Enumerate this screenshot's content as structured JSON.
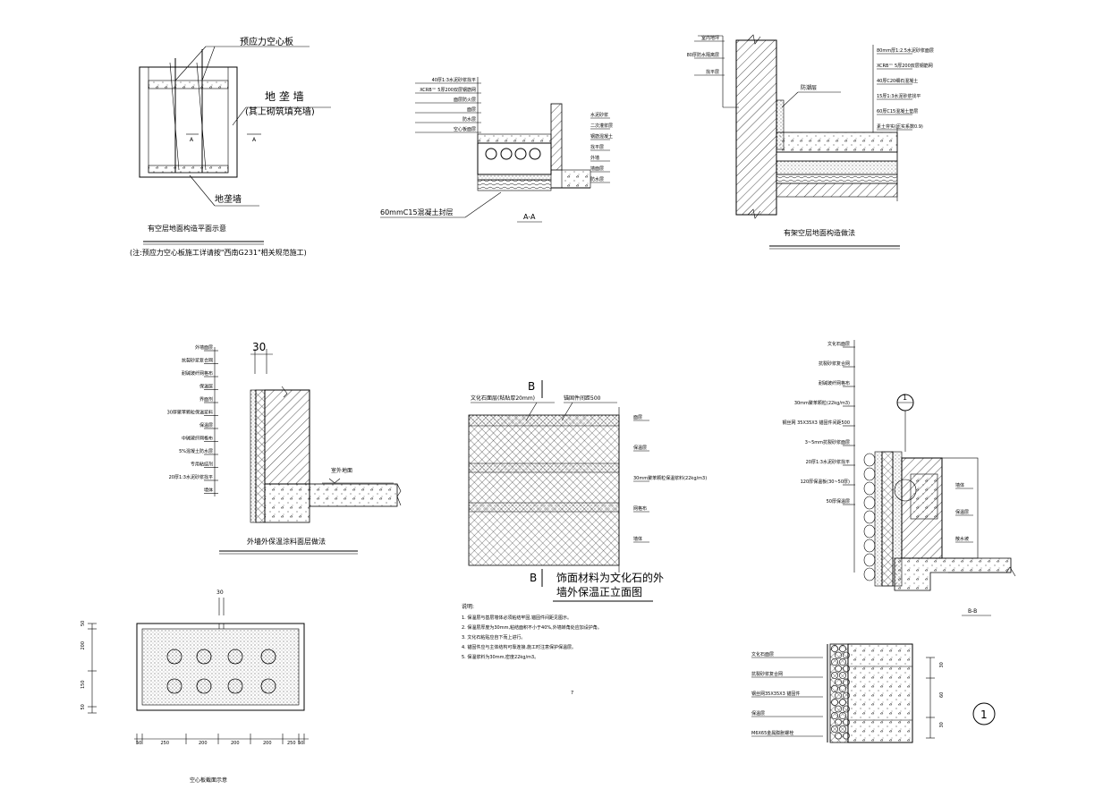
{
  "detail_1": {
    "label_board": "预应力空心板",
    "label_wall_a": "地 垄 墙",
    "label_wall_b": "(其上砌筑填充墙)",
    "label_wall_c": "地垄墙",
    "section_a": "A",
    "caption": "有空层地面构造平面示意",
    "note": "(注:预应力空心板施工详请按\"西南G231\"相关规范施工)"
  },
  "detail_2": {
    "left_callouts": [
      "40厚1:3水泥砂浆找平",
      "XCRB™ 5厚200双层钢筋网",
      "面层防火层",
      "面层",
      "防水层",
      "空心板面层"
    ],
    "right_callouts": [
      "水泥砂浆",
      "二次灌浆层",
      "钢筋混凝土",
      "找平层",
      "外墙",
      "墙面层",
      "防水层"
    ],
    "bottom_label": "60mmC15混凝土封层",
    "section_label": "A-A"
  },
  "detail_3": {
    "left_callouts": [
      "室内地坪",
      "80厚防水隔离层",
      "找平层"
    ],
    "right_callouts": [
      "80mm厚1:2.5水泥砂浆面层",
      "XCRB™ 5厚200双层钢筋网",
      "40厚C20细石混凝土",
      "15厚1:3水泥砂浆找平",
      "60厚C15混凝土垫层",
      "素土夯实(压实系数0.9)"
    ],
    "mid_callout": "防潮层",
    "caption": "有架空层地面构造做法"
  },
  "detail_4": {
    "dim": "30",
    "callouts": [
      "外墙面层",
      "抗裂砂浆复合网",
      "耐碱玻纤网格布",
      "保温层",
      "界面剂",
      "30厚聚苯颗粒保温浆料",
      "保温层",
      "中碱玻纤网格布",
      "5%混凝土防水层",
      "专用粘结剂",
      "20厚1:3水泥砂浆找平",
      "墙体"
    ],
    "label_ground": "室外地面",
    "caption": "外墙外保温涂料面层做法"
  },
  "detail_5": {
    "section": "B",
    "top_callout_left": "文化石面层(粘贴厚20mm)",
    "top_callout_right": "锚固件间距500",
    "right_callouts": [
      "面层",
      "保温层",
      "30mm聚苯颗粒保温浆料(22kg/m3)",
      "网格布",
      "墙体"
    ],
    "title_line1": "饰面材料为文化石的外",
    "title_line2": "墙外保温正立面图",
    "notes_title": "说明:",
    "notes": [
      "1. 保温层与基层墙体必须粘结牢固,锚固件间距见图示。",
      "2. 保温层厚度为30mm,粘结面积不小于40%,外墙转角处应加设护角。",
      "3. 文化石粘贴应自下而上进行。",
      "4. 锚固件应与主体结构可靠连接,施工时注意保护保温层。",
      "5. 保温浆料为30mm,密度22kg/m3。"
    ]
  },
  "detail_6": {
    "callouts": [
      "文化石面层",
      "抗裂砂浆复合网",
      "耐碱玻纤网格布",
      "30mm聚苯颗粒(22kg/m3)",
      "钢丝网 35X35X3 锚固件间距500",
      "3~5mm抗裂砂浆面层",
      "20厚1:3水泥砂浆找平",
      "120厚保温板(30~50厚)",
      "50厚保温层"
    ],
    "right_callouts": [
      "墙体",
      "保温层",
      "散水坡"
    ],
    "marker": "1",
    "section": "B-B"
  },
  "detail_7": {
    "dims_v": [
      "50",
      "200",
      "150",
      "50"
    ],
    "dims_h": [
      "50",
      "250",
      "200",
      "200",
      "200",
      "250",
      "50"
    ],
    "caption": "空心板截面示意"
  },
  "detail_8": {
    "callouts": [
      "文化石面层",
      "抗裂砂浆复合网",
      "钢丝网35X35X3 锚固件",
      "保温层",
      "M6X65金属膨胀螺栓"
    ],
    "dims": [
      "30",
      "60",
      "30"
    ],
    "marker": "1"
  },
  "page_number": "7"
}
